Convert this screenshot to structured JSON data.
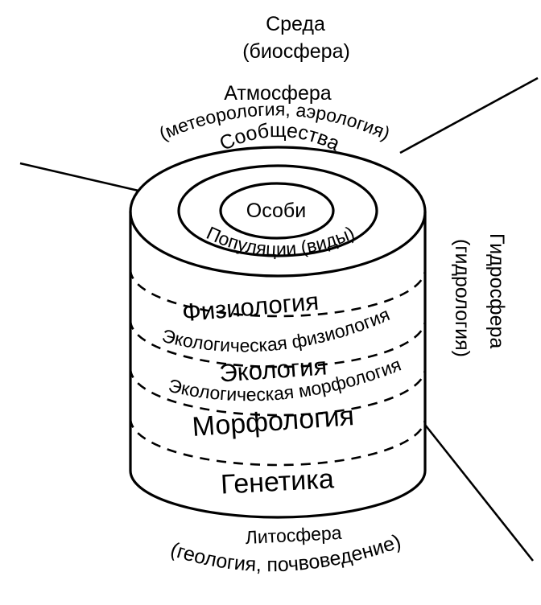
{
  "environment": {
    "title": "Среда",
    "subtitle": "(биосфера)"
  },
  "atmosphere": {
    "title": "Атмосфера",
    "subtitle": "(метеорология, аэрология)"
  },
  "hydrosphere": {
    "title": "Гидросфера",
    "subtitle": "(гидрология)"
  },
  "lithosphere": {
    "title": "Литосфера",
    "subtitle": "(геология, почвоведение)"
  },
  "levels": {
    "communities": "Сообщества",
    "individuals": "Особи",
    "populations": "Популяции (виды)"
  },
  "layers": {
    "physiology": "Физиология",
    "eco_physiology": "Экологическая физиология",
    "ecology": "Экология",
    "eco_morphology": "Экологическая морфология",
    "morphology": "Морфология",
    "genetics": "Генетика"
  }
}
